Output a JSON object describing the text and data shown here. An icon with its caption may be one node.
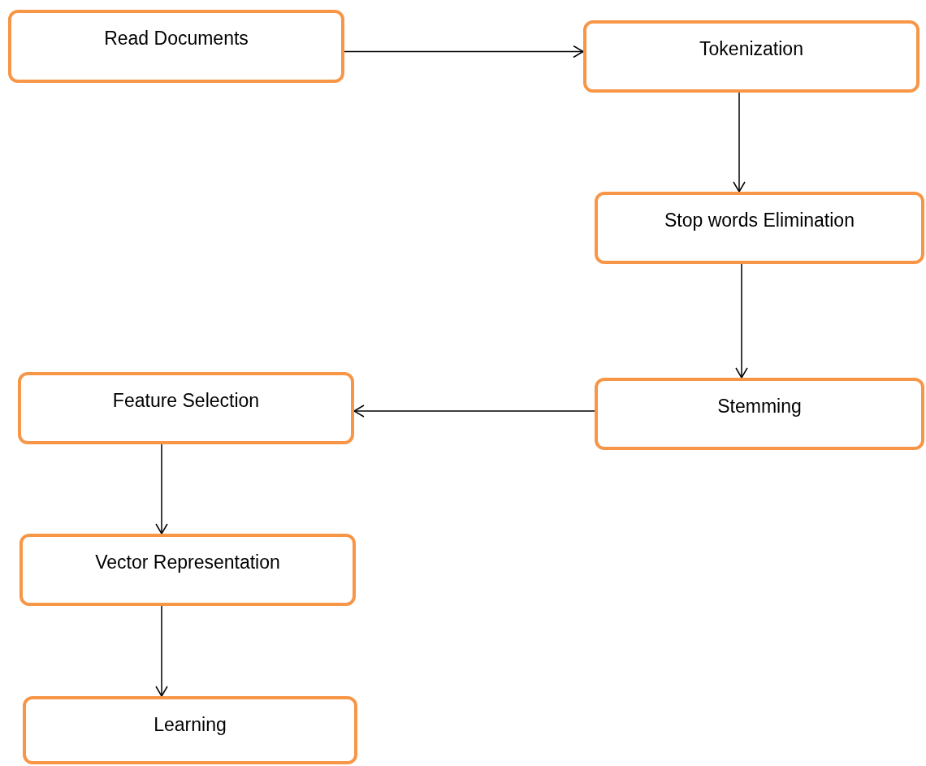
{
  "diagram": {
    "nodes": [
      {
        "text": [
          "Read Documents"
        ]
      },
      {
        "text": [
          "Tokenization"
        ]
      },
      {
        "text": [
          "Stop words Elimination"
        ]
      },
      {
        "text": [
          "Stemming"
        ]
      },
      {
        "text": [
          "Feature Selection"
        ]
      },
      {
        "text": [
          "Vector Representation"
        ]
      },
      {
        "text": [
          "Learning"
        ]
      }
    ],
    "edges": [
      {
        "from": 0,
        "to": 1,
        "arrow": "to"
      },
      {
        "from": 1,
        "to": 2,
        "arrow": "to"
      },
      {
        "from": 2,
        "to": 3,
        "arrow": "to"
      },
      {
        "from": 3,
        "to": 4,
        "arrow": "to"
      },
      {
        "from": 4,
        "to": 5,
        "arrow": "to"
      },
      {
        "from": 5,
        "to": 6,
        "arrow": "to"
      }
    ]
  }
}
